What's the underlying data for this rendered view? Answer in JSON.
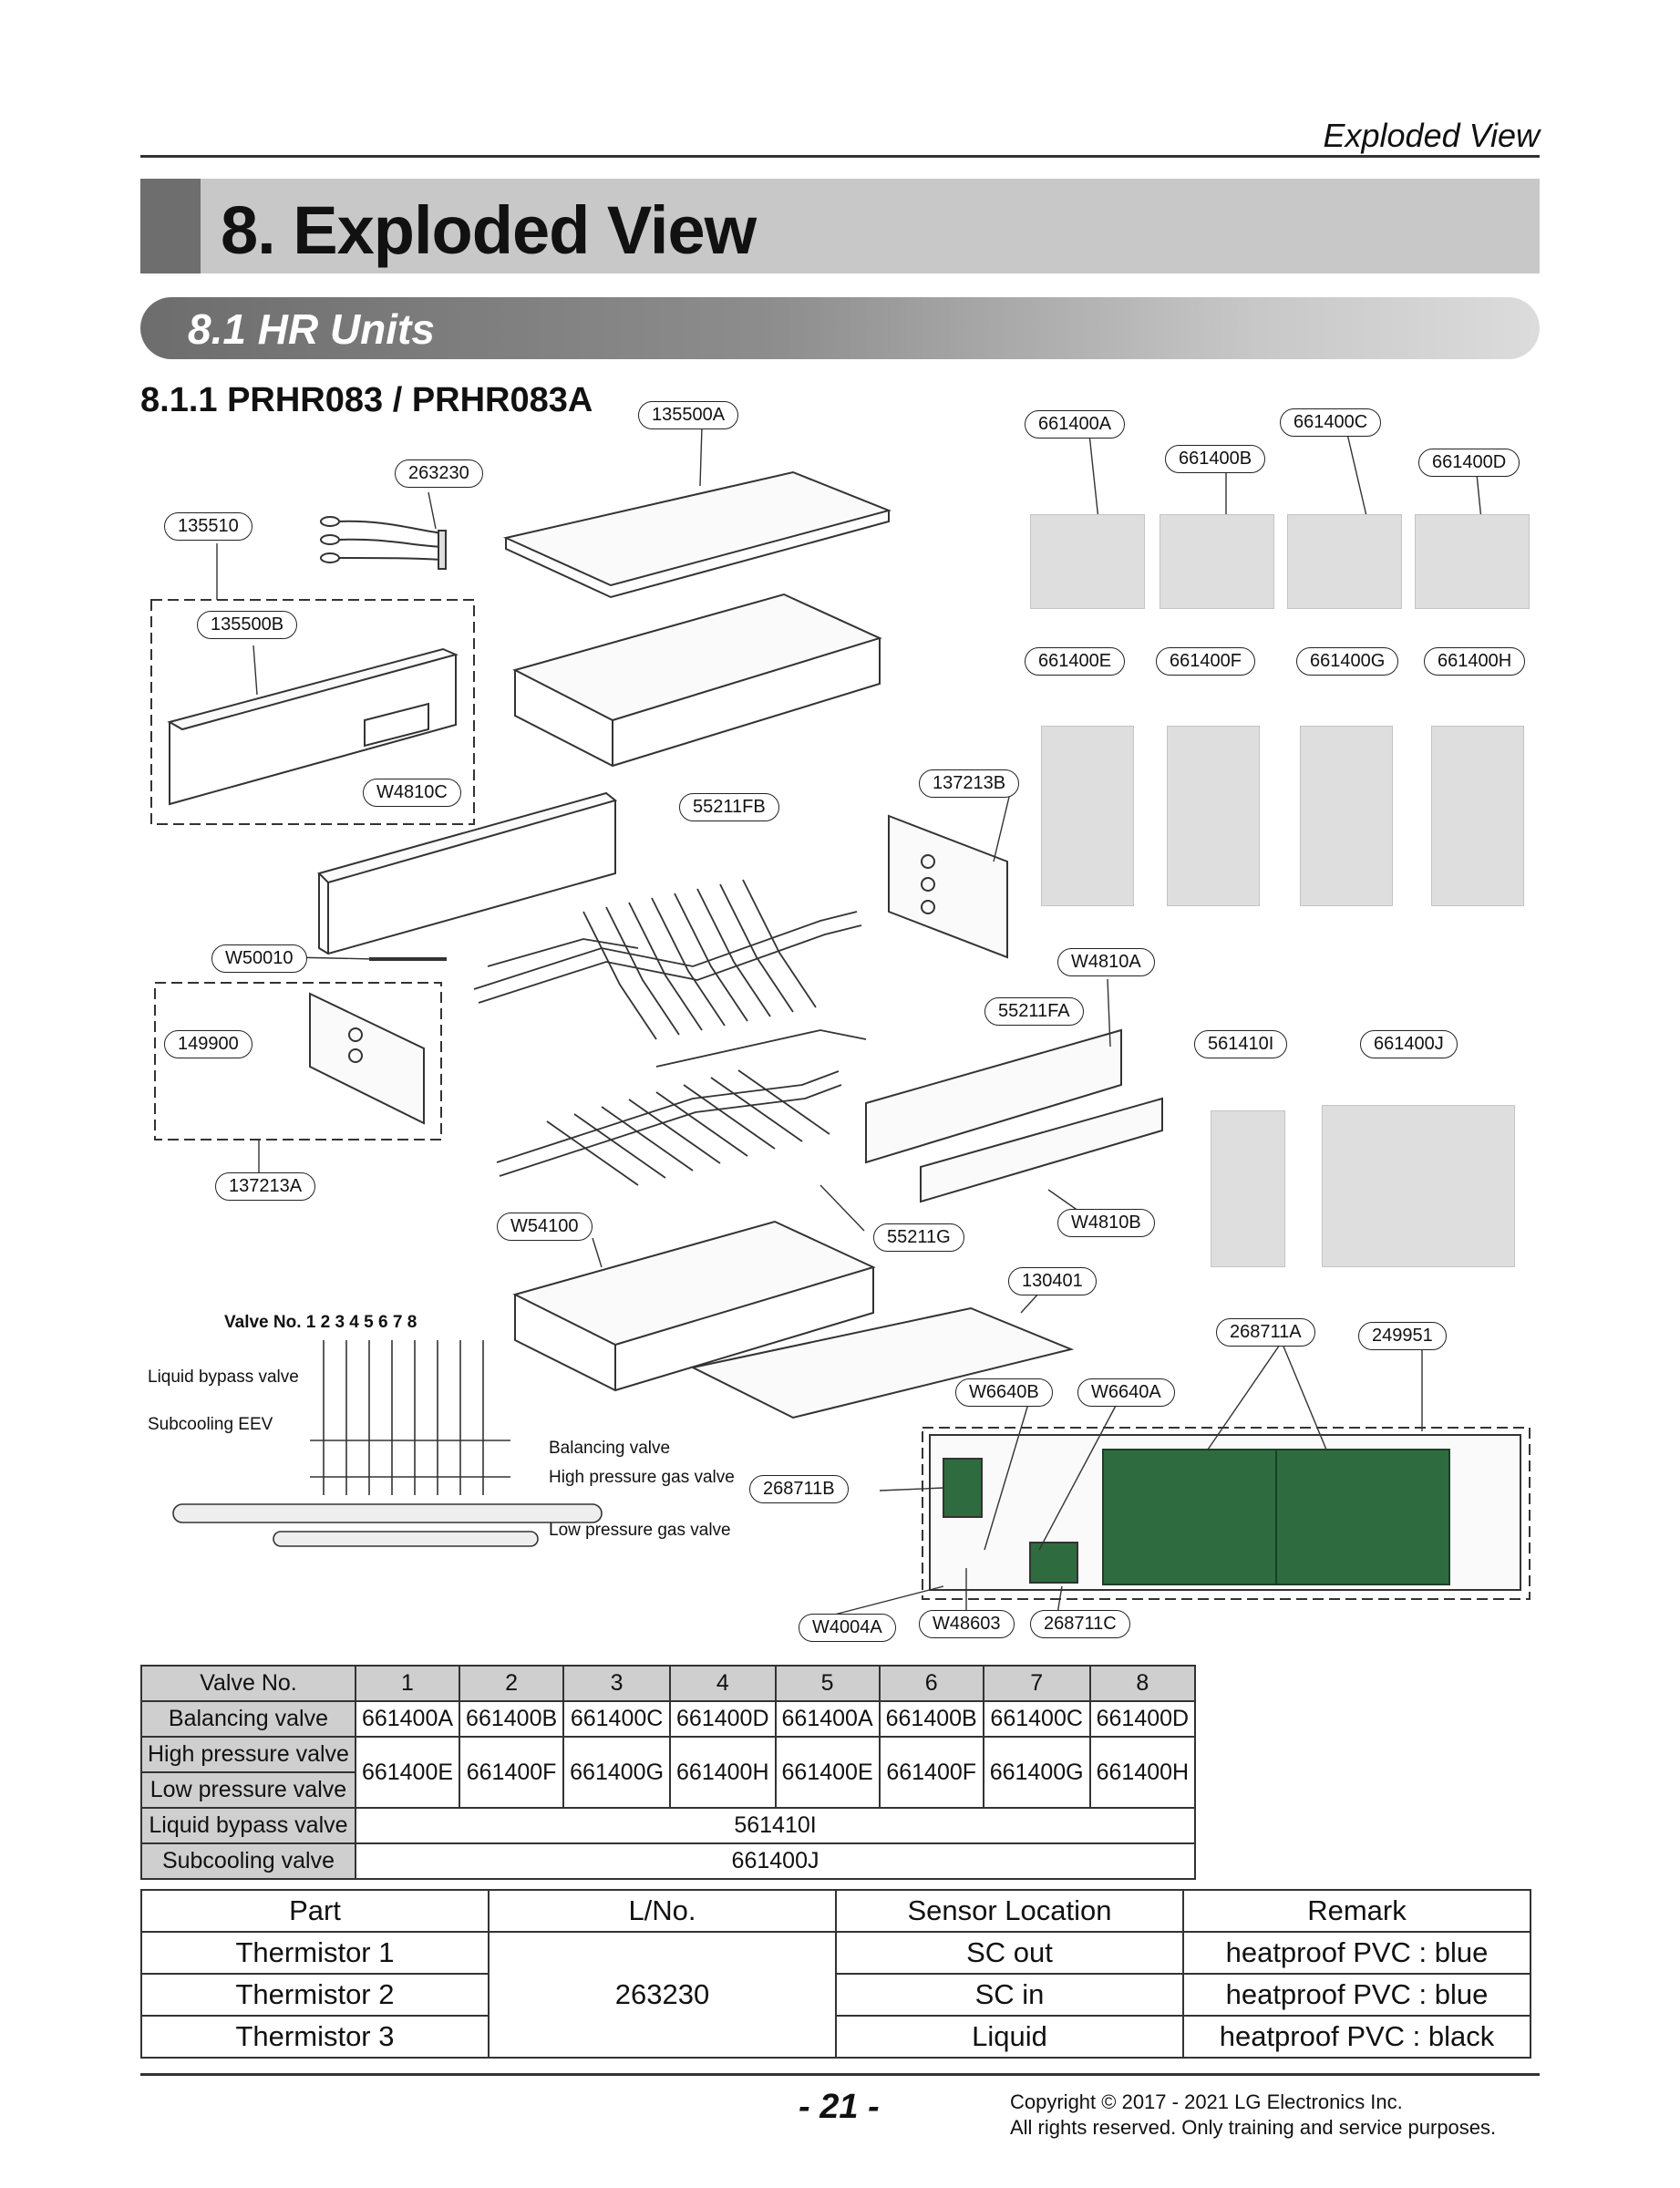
{
  "header": {
    "section": "Exploded View"
  },
  "title": "8. Exploded View",
  "subtitle": "8.1  HR Units",
  "model_heading": "8.1.1 PRHR083 / PRHR083A",
  "callouts": {
    "c135500A": "135500A",
    "c263230": "263230",
    "c135510": "135510",
    "c135500B": "135500B",
    "cW4810C": "W4810C",
    "c55211FB": "55211FB",
    "c137213B": "137213B",
    "cW50010": "W50010",
    "cW4810A": "W4810A",
    "c55211FA": "55211FA",
    "c149900": "149900",
    "c137213A": "137213A",
    "cW54100": "W54100",
    "c55211G": "55211G",
    "cW4810B": "W4810B",
    "c130401": "130401",
    "cW6640B": "W6640B",
    "cW6640A": "W6640A",
    "c268711B": "268711B",
    "c268711A": "268711A",
    "c249951": "249951",
    "cW4004A": "W4004A",
    "cW48603": "W48603",
    "c268711C": "268711C",
    "c661400A": "661400A",
    "c661400B": "661400B",
    "c661400C": "661400C",
    "c661400D": "661400D",
    "c661400E": "661400E",
    "c661400F": "661400F",
    "c661400G": "661400G",
    "c661400H": "661400H",
    "c561410I": "561410I",
    "c661400J": "661400J"
  },
  "valve_diagram": {
    "valve_no": "Valve No. 1  2  3  4  5  6  7  8",
    "liquid_bypass": "Liquid bypass valve",
    "subcooling": "Subcooling EEV",
    "balancing": "Balancing valve",
    "high_pressure": "High pressure gas valve",
    "low_pressure": "Low pressure gas valve"
  },
  "valve_table": {
    "header": [
      "Valve No.",
      "1",
      "2",
      "3",
      "4",
      "5",
      "6",
      "7",
      "8"
    ],
    "balancing": [
      "Balancing valve",
      "661400A",
      "661400B",
      "661400C",
      "661400D",
      "661400A",
      "661400B",
      "661400C",
      "661400D"
    ],
    "high_label": "High pressure valve",
    "low_label": "Low pressure valve",
    "pressure_values": [
      "661400E",
      "661400F",
      "661400G",
      "661400H",
      "661400E",
      "661400F",
      "661400G",
      "661400H"
    ],
    "liquid_bypass": [
      "Liquid bypass valve",
      "561410I"
    ],
    "subcooling": [
      "Subcooling valve",
      "661400J"
    ]
  },
  "sensor_table": {
    "header": [
      "Part",
      "L/No.",
      "Sensor Location",
      "Remark"
    ],
    "lno": "263230",
    "rows": [
      {
        "part": "Thermistor 1",
        "location": "SC out",
        "remark": "heatproof PVC : blue"
      },
      {
        "part": "Thermistor 2",
        "location": "SC in",
        "remark": "heatproof PVC : blue"
      },
      {
        "part": "Thermistor 3",
        "location": "Liquid",
        "remark": "heatproof PVC : black"
      }
    ]
  },
  "footer": {
    "page": "- 21 -",
    "copyright": "Copyright © 2017 - 2021 LG Electronics Inc.",
    "rights": "All rights reserved. Only training and service purposes."
  }
}
